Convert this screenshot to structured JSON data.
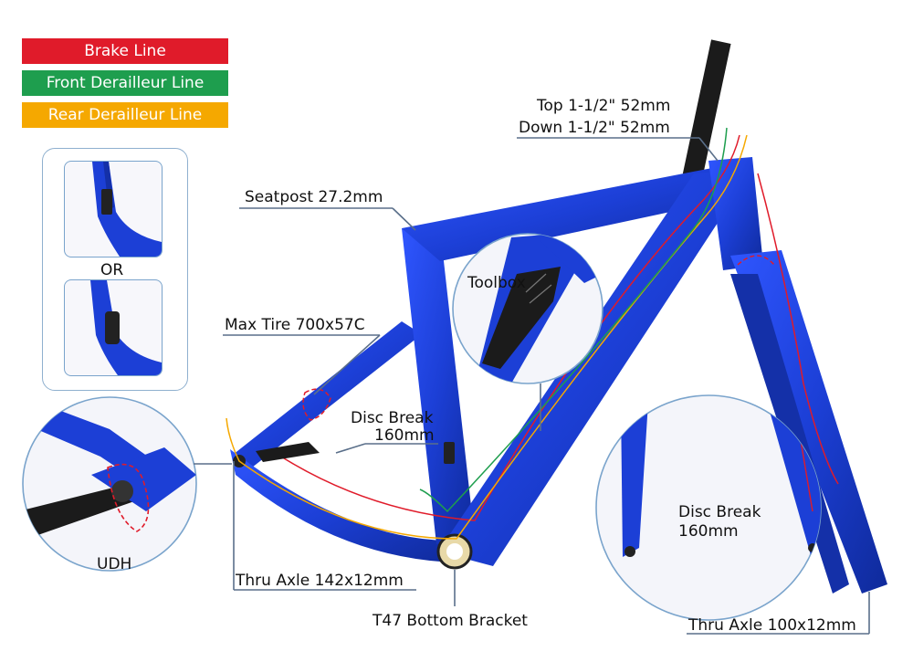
{
  "legend": [
    {
      "label": "Brake Line",
      "color": "#e01b2a"
    },
    {
      "label": "Front Derailleur Line",
      "color": "#1e9e4e"
    },
    {
      "label": "Rear Derailleur Line",
      "color": "#f5a800"
    }
  ],
  "labels": {
    "headset_top": "Top 1-1/2\" 52mm",
    "headset_down": "Down 1-1/2\" 52mm",
    "seatpost": "Seatpost 27.2mm",
    "toolbox": "Toolbox",
    "max_tire": "Max Tire 700x57C",
    "disc_rear_1": "Disc Break",
    "disc_rear_2": "160mm",
    "disc_front_1": "Disc Break",
    "disc_front_2": "160mm",
    "or": "OR",
    "udh": "UDH",
    "thru_axle_rear": "Thru Axle 142x12mm",
    "bottom_bracket": "T47 Bottom Bracket",
    "thru_axle_front": "Thru Axle 100x12mm"
  },
  "colors": {
    "frame_blue": "#1c3fd6",
    "frame_dark": "#0f2a9a",
    "carbon": "#1b1b1b",
    "guide": "#5a6f8a"
  }
}
